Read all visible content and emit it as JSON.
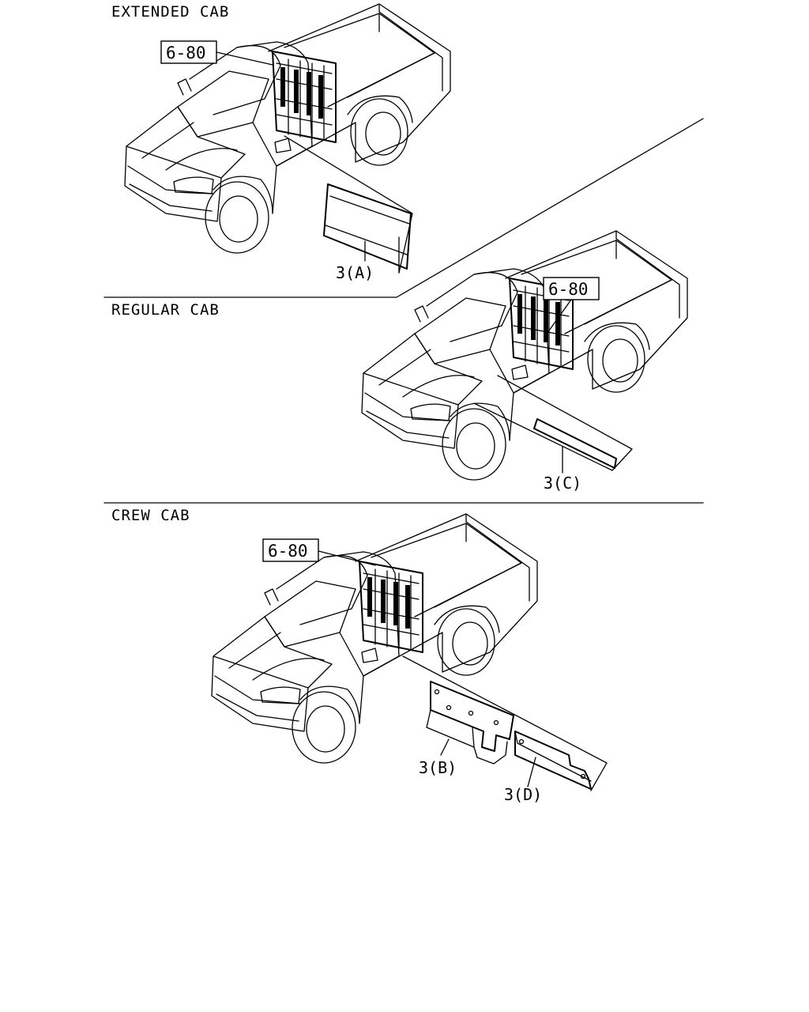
{
  "sections": [
    {
      "title": "EXTENDED CAB",
      "ref_label": "6-80",
      "part_labels": [
        "3(A)"
      ]
    },
    {
      "title": "REGULAR CAB",
      "ref_label": "6-80",
      "part_labels": [
        "3(C)"
      ]
    },
    {
      "title": "CREW CAB",
      "ref_label": "6-80",
      "part_labels": [
        "3(B)",
        "3(D)"
      ]
    }
  ]
}
